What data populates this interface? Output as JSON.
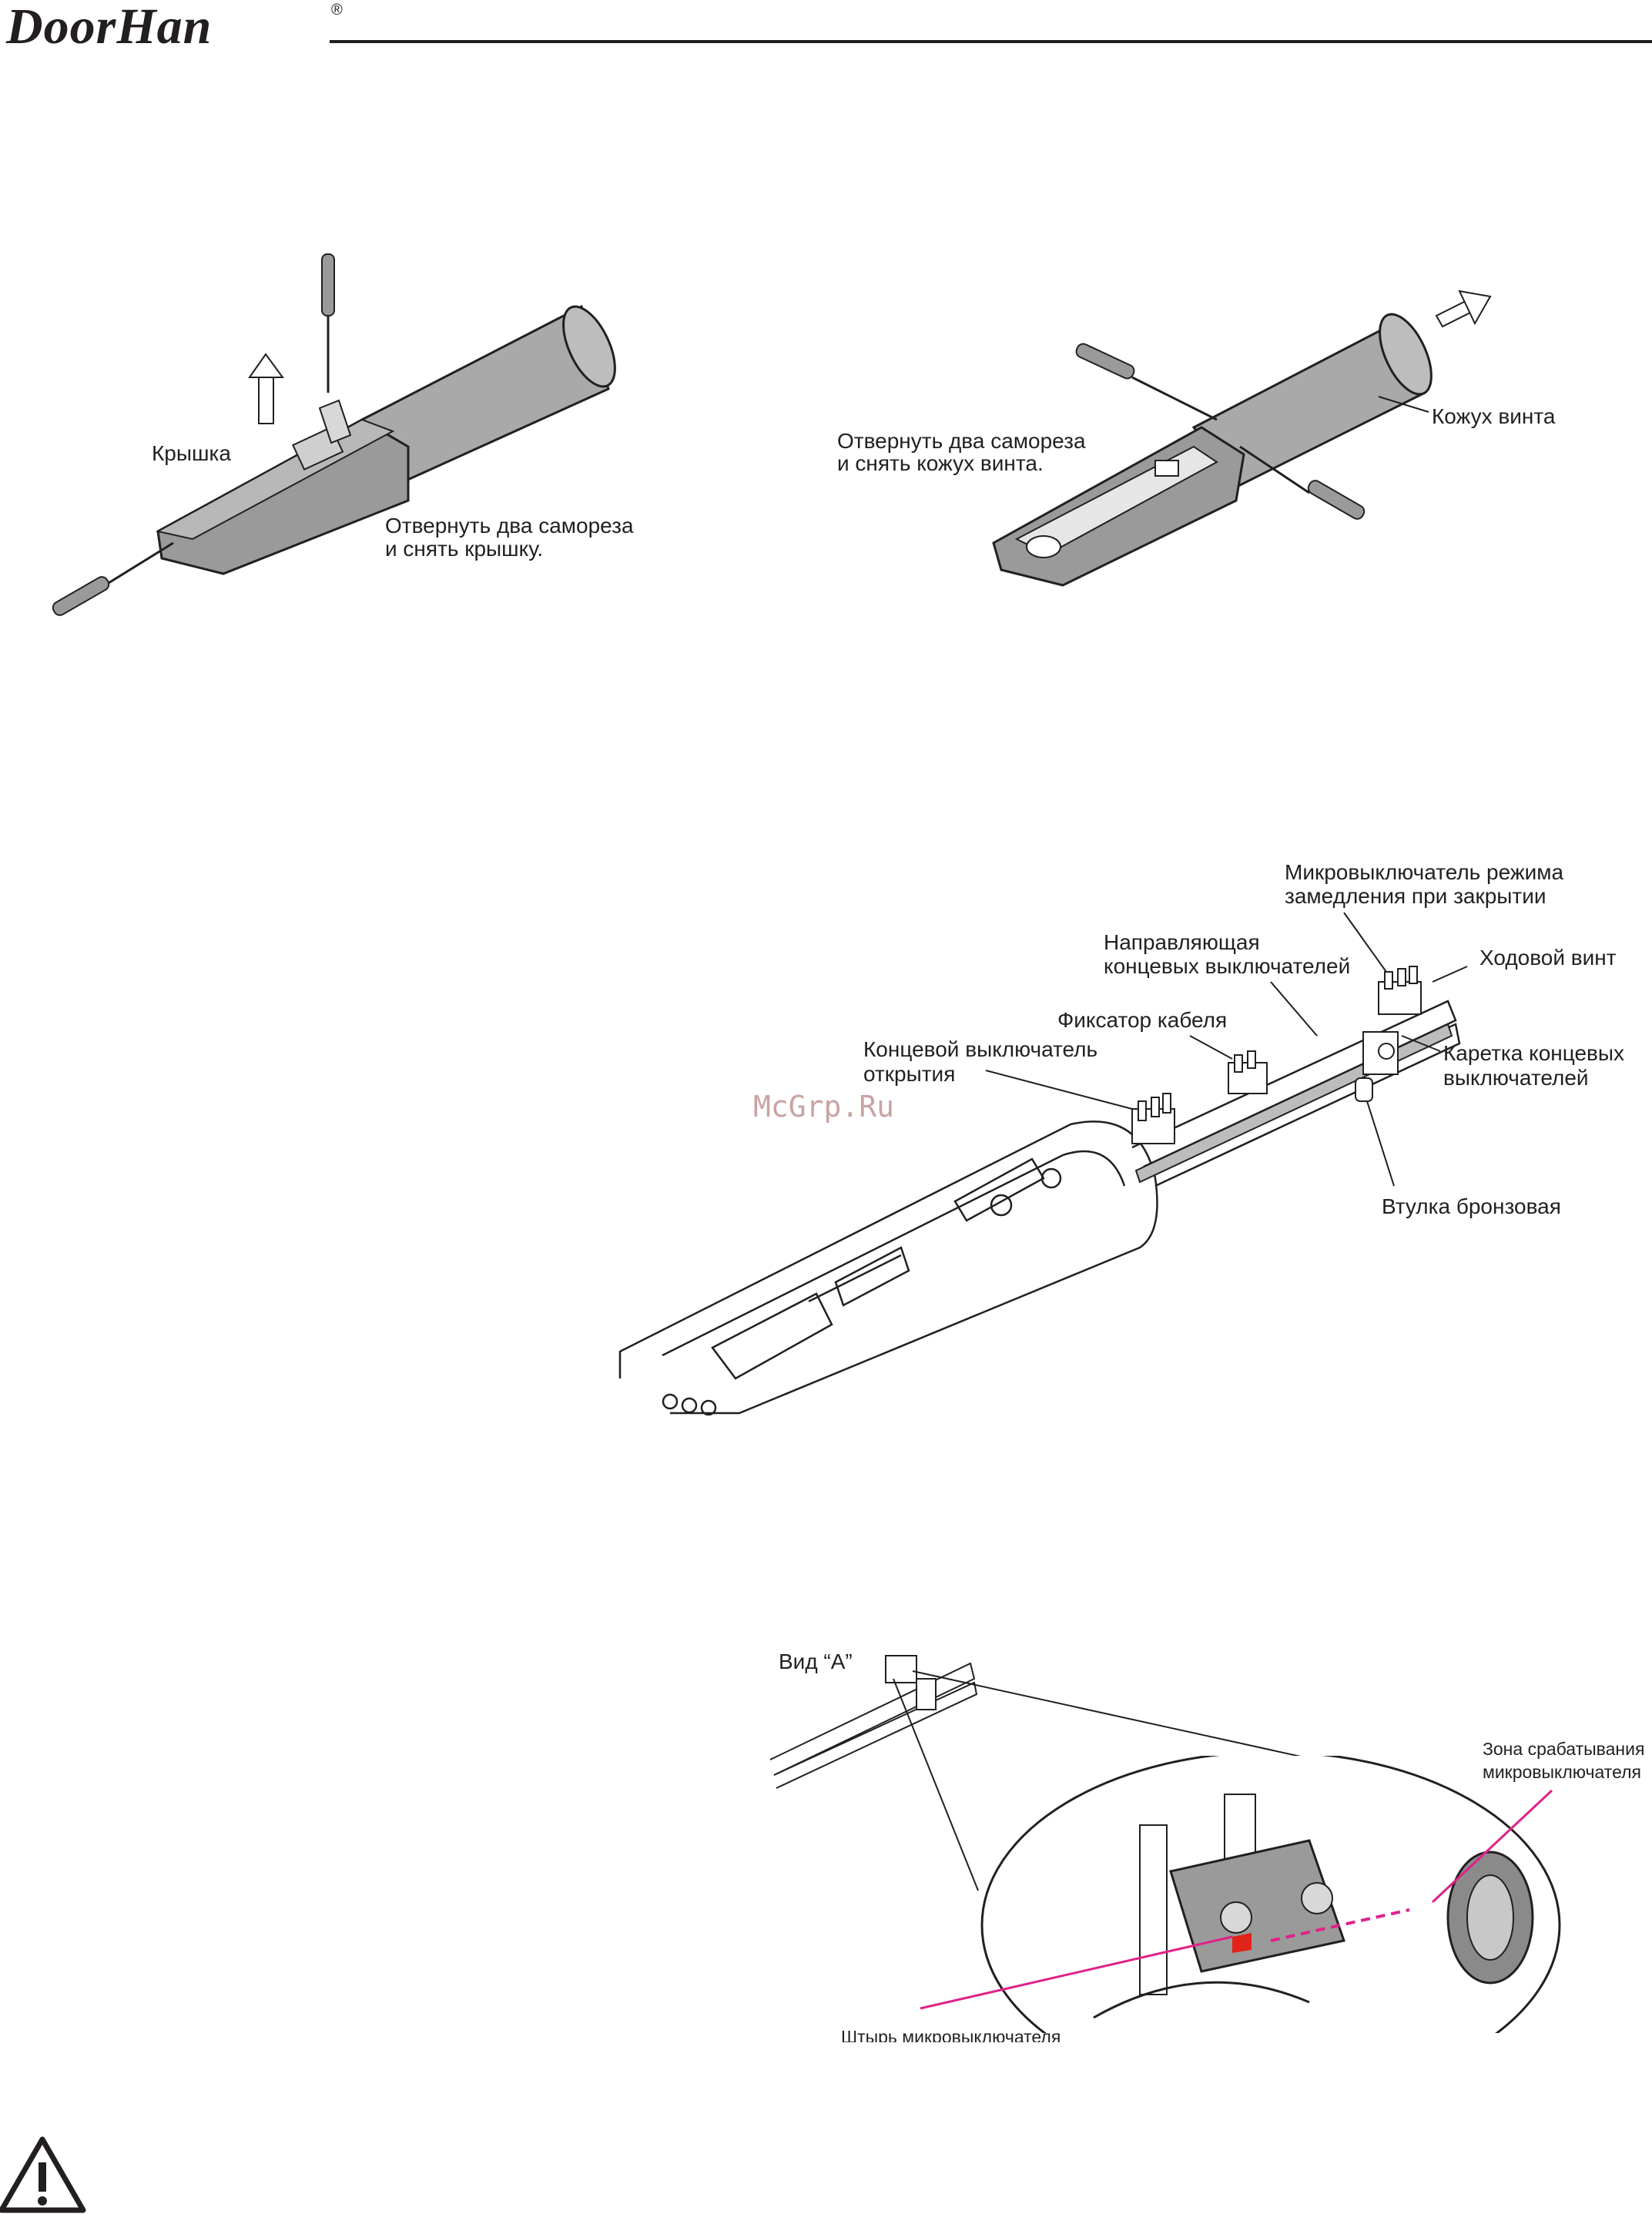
{
  "header": {
    "brand": "DoorHan",
    "registered": "®"
  },
  "fig1": {
    "label_cover": "Крышка",
    "instruction_line1": "Отвернуть два самореза",
    "instruction_line2": "и снять крышку."
  },
  "fig2": {
    "instruction_line1": "Отвернуть два самореза",
    "instruction_line2": "и снять кожух винта.",
    "label_screw_cover": "Кожух винта"
  },
  "fig3": {
    "microswitch_line1": "Микровыключатель режима",
    "microswitch_line2": "замедления при закрытии",
    "guide_line1": "Направляющая",
    "guide_line2": "концевых выключателей",
    "lead_screw": "Ходовой винт",
    "cable_clamp": "Фиксатор кабеля",
    "open_switch_line1": "Концевой выключатель",
    "open_switch_line2": "открытия",
    "carriage_line1": "Каретка концевых",
    "carriage_line2": "выключателей",
    "bronze_bushing": "Втулка бронзовая",
    "watermark": "McGrp.Ru"
  },
  "fig4": {
    "view_label": "Вид “А”",
    "zone_line1": "Зона срабатывания",
    "zone_line2": "микровыключателя",
    "pin_label": "Штырь микровыключателя"
  },
  "colors": {
    "ink": "#231f20",
    "gray_body": "#9a9a9a",
    "accent_magenta": "#e0218a",
    "accent_red": "#e2231a"
  },
  "icons": [
    "screwdriver-icon",
    "arrow-up-icon",
    "arrow-diagonal-icon",
    "warning-icon"
  ]
}
